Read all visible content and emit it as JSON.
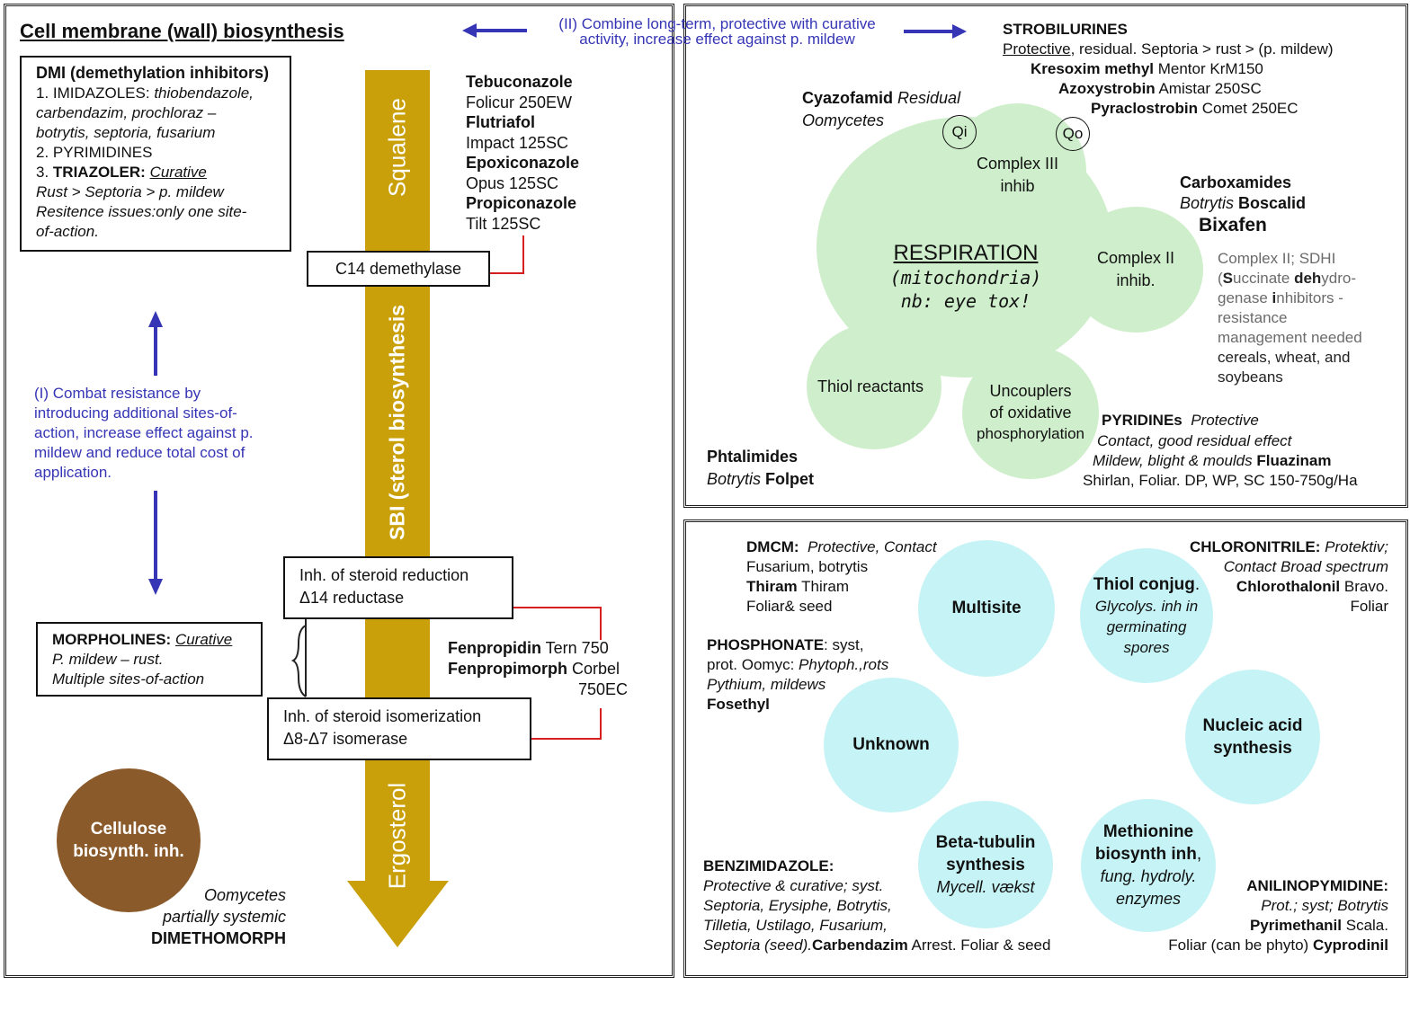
{
  "left": {
    "title": "Cell membrane (wall) biosynthesis",
    "top_arrow_text_1": "(II) Combine long-term, protective with curative",
    "top_arrow_text_2": "activity, increase effect against p. mildew",
    "dmi": {
      "heading": "DMI (demethylation inhibitors)",
      "l1_prefix": "1. IMIDAZOLES: ",
      "l1_italic": "thiobendazole,",
      "l2": "carbendazim, prochloraz –",
      "l3": "botrytis, septoria, fusarium",
      "l4": "2. PYRIMIDINES",
      "l5_prefix": "3. ",
      "l5_bold": "TRIAZOLER: ",
      "l5_ul": "Curative",
      "l6": "Rust > Septoria > p. mildew",
      "l7": "Resitence issues:only one site-",
      "l8": "of-action."
    },
    "pathway": {
      "top": "Squalene",
      "middle": "SBI (sterol biosynthesis",
      "bottom": "Ergosterol"
    },
    "c14": "C14 demethylase",
    "triazoles": {
      "n1": "Tebuconazole",
      "p1": "Folicur 250EW",
      "n2": "Flutriafol",
      "p2": "Impact 125SC",
      "n3": "Epoxiconazole",
      "p3": "Opus 125SC",
      "n4": "Propiconazole",
      "p4": "Tilt 125SC"
    },
    "resist": {
      "l1": "(I) Combat resistance by",
      "l2": "introducing additional sites-of-",
      "l3": "action, increase effect against p.",
      "l4": "mildew and reduce total cost of",
      "l5": "application."
    },
    "reduct": {
      "l1": "Inh. of steroid reduction",
      "l2": "Δ14 reductase"
    },
    "isomer": {
      "l1": "Inh. of steroid isomerization",
      "l2": "Δ8-Δ7 isomerase"
    },
    "morph": {
      "bold": "MORPHOLINES: ",
      "ul": "Curative",
      "l2": "P. mildew – rust.",
      "l3": "Multiple sites-of-action"
    },
    "fenp": {
      "n1": "Fenpropidin",
      "p1": " Tern 750",
      "n2": "Fenpropimorph",
      "p2": " Corbel",
      "p3": "750EC"
    },
    "cellulose": {
      "l1": "Cellulose",
      "l2": "biosynth. inh."
    },
    "dimeth": {
      "l1": "Oomycetes",
      "l2": "partially systemic",
      "l3": "DIMETHOMORPH"
    }
  },
  "respiration": {
    "strobi": {
      "heading": "STROBILURINES",
      "l1_ul": "Protective",
      "l1_rest": ", residual. Septoria > rust > (p. mildew)",
      "n1": "Kresoxim methyl",
      "p1": " Mentor KrM150",
      "n2": "Azoxystrobin",
      "p2": " Amistar 250SC",
      "n3": "Pyraclostrobin",
      "p3": " Comet 250EC"
    },
    "cyazo": {
      "bold": "Cyazofamid ",
      "italic": "Residual",
      "l2": "Oomycetes"
    },
    "qi": "Qi",
    "qo": "Qo",
    "complex3": {
      "l1": "Complex III",
      "l2": "inhib"
    },
    "main": {
      "l1": "RESPIRATION",
      "l2": "(mitochondria)",
      "l3": "nb: eye tox!"
    },
    "complex2": {
      "l1": "Complex II",
      "l2": "inhib."
    },
    "thiol": "Thiol reactants",
    "uncoup": {
      "l1": "Uncouplers",
      "l2": "of oxidative",
      "l3": "phosphorylation"
    },
    "carbox": {
      "heading": "Carboxamides",
      "i": "Botrytis ",
      "b": "Boscalid",
      "big": "Bixafen"
    },
    "sdhi": {
      "l1": "Complex II; SDHI",
      "l2a": "(",
      "l2b": "S",
      "l2c": "uccinate ",
      "l2d": "deh",
      "l2e": "ydro-",
      "l3a": "genase ",
      "l3b": "i",
      "l3c": "nhibitors -",
      "l4": "resistance",
      "l5": "management needed",
      "l6": "cereals, wheat, and",
      "l7": "soybeans"
    },
    "pyridines": {
      "bold": "PYRIDINEs",
      "italic": "  Protective",
      "l2": "Contact, good residual effect",
      "l3_i": "Mildew, blight & moulds ",
      "l3_b": "Fluazinam",
      "l4": "Shirlan, Foliar. DP, WP, SC 150-750g/Ha"
    },
    "phtal": {
      "heading": "Phtalimides",
      "i": "Botrytis ",
      "b": "Folpet"
    }
  },
  "other": {
    "dmcm": {
      "bold": "DMCM:",
      "italic": "  Protective, Contact",
      "l2": "Fusarium, botrytis",
      "l3b": "Thiram",
      "l3": " Thiram",
      "l4": "Foliar& seed"
    },
    "chloro": {
      "bold": "CHLORONITRILE: ",
      "italic": "Protektiv;",
      "l2": "Contact Broad spectrum",
      "l3b": "Chlorothalonil",
      "l3": " Bravo.",
      "l4": "Foliar"
    },
    "phos": {
      "bold": "PHOSPHONATE",
      "rest": ": syst,",
      "l2a": "prot. Oomyc: ",
      "l2b": "Phytoph.,rots",
      "l3": "Pythium, mildews",
      "l4": "Fosethyl"
    },
    "multisite": "Multisite",
    "thiolconj": {
      "b": "Thiol conjug",
      "dot": ".",
      "i1": "Glycolys. inh in",
      "i2": "germinating",
      "i3": "spores"
    },
    "unknown": "Unknown",
    "nucleic": {
      "l1": "Nucleic acid",
      "l2": "synthesis"
    },
    "beta": {
      "l1": "Beta-tubulin",
      "l2": "synthesis",
      "i": "Mycell. vækst"
    },
    "methio": {
      "l1": "Methionine",
      "l2b": "biosynth inh",
      "l2c": ",",
      "i1": "fung. hydroly.",
      "i2": "enzymes"
    },
    "benz": {
      "bold": "BENZIMIDAZOLE:",
      "l2": "Protective & curative; syst.",
      "l3": "Septoria, Erysiphe, Botrytis,",
      "l4": "Tilletia, Ustilago, Fusarium,",
      "l5i": "Septoria (seed).",
      "l5b": "Carbendazim",
      "l5": " Arrest. Foliar & seed"
    },
    "anilino": {
      "bold": "ANILINOPYMIDINE:",
      "l2": "Prot.; syst; Botrytis",
      "l3b": "Pyrimethanil",
      "l3": " Scala.",
      "l4": "Foliar (can be phyto) ",
      "l4b": "Cyprodinil"
    }
  },
  "colors": {
    "gold": "#c9a00a",
    "brown": "#8b5a2b",
    "green": "#cfeecb",
    "cyan": "#c6f3f5",
    "blue": "#3535b5",
    "red": "#d81f1f"
  }
}
